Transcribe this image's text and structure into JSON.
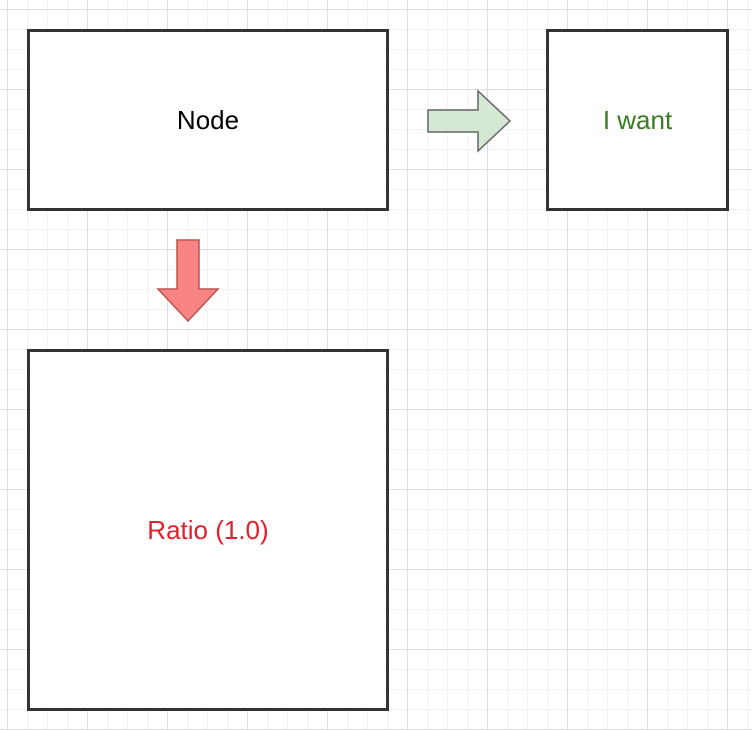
{
  "diagram": {
    "nodes": [
      {
        "id": "node",
        "label": "Node",
        "color": "#000000"
      },
      {
        "id": "want",
        "label": "I want",
        "color": "#3a7a23"
      },
      {
        "id": "ratio",
        "label": "Ratio (1.0)",
        "color": "#e0202a"
      }
    ],
    "arrows": [
      {
        "from": "node",
        "to": "want",
        "direction": "right",
        "fill": "#d5e8d4",
        "stroke": "#666666"
      },
      {
        "from": "node",
        "to": "ratio",
        "direction": "down",
        "fill": "#f88484",
        "stroke": "#b85450"
      }
    ],
    "grid": true
  }
}
